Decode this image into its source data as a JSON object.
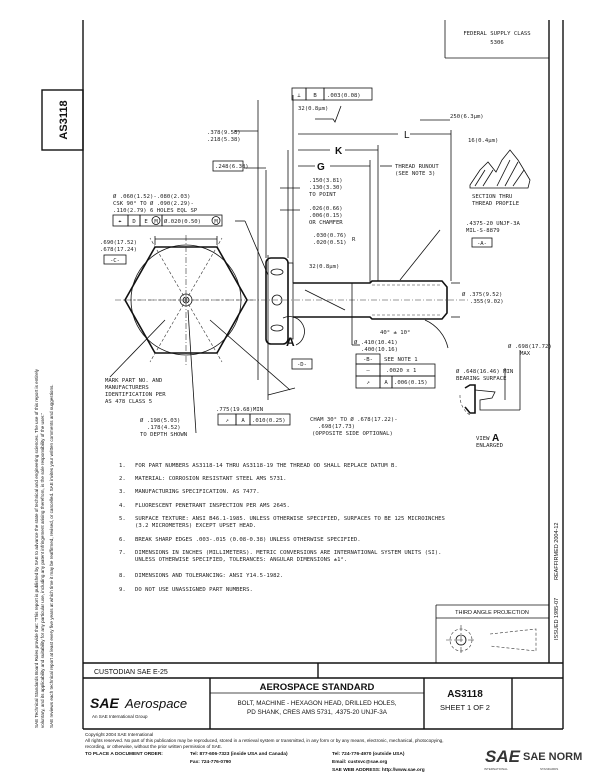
{
  "header": {
    "fsc_label": "FEDERAL SUPPLY CLASS",
    "fsc_value": "5306"
  },
  "side_tab": {
    "doc_number": "AS3118"
  },
  "side_notice": {
    "line1": "SAE Technical Standards Board Rules provide that: \"This report is published by SAE to advance the state of technical and engineering sciences. The use of this report is entirely",
    "line2": "voluntary, and its applicability and suitability for any particular use, including any patent infringement arising therefrom, is the sole responsibility of the user.\"",
    "line3": "SAE reviews each technical report at least every five years at which time it may be reaffirmed, revised, or cancelled. SAE invites your written comments and suggestions."
  },
  "revision": {
    "issued": "ISSUED 1985-07",
    "reaffirmed": "REAFFIRMED 2004-12"
  },
  "drawing": {
    "fcf_top": {
      "symbol": "⊥",
      "datum": "B",
      "tol": ".003(0.08)"
    },
    "finish_top": "32(0.8μm)",
    "dim_378": ".378(9.58)",
    "dim_218": ".218(5.38)",
    "dim_248": ".248(6.30)",
    "L": "L",
    "K": "K",
    "G": "G",
    "runout_1": "THREAD RUNOUT",
    "runout_2": "(SEE NOTE 3)",
    "pt_1": ".150(3.81)",
    "pt_2": ".130(3.30)",
    "pt_3": "TO POINT",
    "ch_1": ".026(0.66)",
    "ch_2": ".006(0.15)",
    "ch_3": "OR CHAMFER",
    "r_1": ".030(0.76)",
    "r_2": ".020(0.51)",
    "r_sym": "R",
    "finish_shank": "32(0.8μm)",
    "finish_right1": "250(6.3μm)",
    "finish_right2": "16(0.4μm)",
    "section_1": "SECTION THRU",
    "section_2": "THREAD PROFILE",
    "thread_1": ".4375-20 UNJF-3A",
    "thread_2": "MIL-S-8879",
    "datum_a": "-A-",
    "dia_375": "Ø .375(9.52)",
    "dia_355": ".355(9.02)",
    "angle": "40° ± 10°",
    "dia_410": "Ø .410(10.41)",
    "dia_400": ".400(10.16)",
    "dt_datum": "-B-",
    "dt_note": "SEE NOTE 1",
    "dt_straight_sym": "—",
    "dt_straight": ".0020 x 1",
    "dt_run_sym": "↗",
    "dt_run_datum": "A",
    "dt_run_tol": ".006(0.15)",
    "dia_698_1": "Ø .698(17.72)",
    "dia_698_2": "MAX",
    "bear_1": "Ø .648(16.46) MIN",
    "bear_2": "BEARING SURFACE",
    "view_1": "VIEW",
    "view_a": "A",
    "view_2": "ENLARGED",
    "cham_1": "CHAM 30° TO Ø .678(17.22)-",
    "cham_2": ".698(17.73)",
    "cham_3": "(OPPOSITE SIDE OPTIONAL)",
    "min_775": ".775(19.68)MIN",
    "fcf2_sym": "↗",
    "fcf2_datum": "A",
    "fcf2_tol": ".010(0.25)",
    "hole_1": "Ø .198(5.03)",
    "hole_2": ".178(4.52)",
    "hole_3": "TO DEPTH SHOWN",
    "mark_1": "MARK PART NO. AND",
    "mark_2": "MANUFACTURERS",
    "mark_3": "IDENTIFICATION PER",
    "mark_4": "AS 478 CLASS 5",
    "hex_1": ".690(17.52)",
    "hex_2": ".678(17.24)",
    "datum_c": "-C-",
    "csk_1": "Ø .060(1.52)-.080(2.03)",
    "csk_2": "CSK 90° TO Ø .090(2.29)-",
    "csk_3": ".110(2.79) 6 HOLES EQL SP",
    "fcf3_sym": "⌖",
    "fcf3_d": "D",
    "fcf3_e": "E",
    "fcf3_m": "M",
    "fcf3_tol": "Ø.020(0.50)",
    "fcf3_m2": "M",
    "datum_d": "-D-",
    "view_ref": "A"
  },
  "notes": [
    {
      "num": "1.",
      "text": [
        "FOR PART NUMBERS AS3118-14 THRU AS3118-19 THE THREAD OD SHALL REPLACE DATUM B."
      ]
    },
    {
      "num": "2.",
      "text": [
        "MATERIAL: CORROSION RESISTANT STEEL AMS 5731."
      ]
    },
    {
      "num": "3.",
      "text": [
        "MANUFACTURING SPECIFICATION. AS 7477."
      ]
    },
    {
      "num": "4.",
      "text": [
        "FLUORESCENT PENETRANT INSPECTION PER AMS 2645."
      ]
    },
    {
      "num": "5.",
      "text": [
        "SURFACE TEXTURE: ANSI B46.1-1985. UNLESS OTHERWISE SPECIFIED, SURFACES TO BE 125 MICROINCHES",
        "(3.2 MICROMETERS) EXCEPT UPSET HEAD."
      ]
    },
    {
      "num": "6.",
      "text": [
        "BREAK SHARP EDGES .003-.015 (0.08-0.38) UNLESS OTHERWISE SPECIFIED."
      ]
    },
    {
      "num": "7.",
      "text": [
        "DIMENSIONS IN INCHES (MILLIMETERS). METRIC CONVERSIONS ARE INTERNATIONAL SYSTEM UNITS (SI).",
        "UNLESS OTHERWISE SPECIFIED, TOLERANCES: ANGULAR DIMENSIONS ±1°."
      ]
    },
    {
      "num": "8.",
      "text": [
        "DIMENSIONS AND TOLERANCING: ANSI Y14.5-1982."
      ]
    },
    {
      "num": "9.",
      "text": [
        "DO NOT USE UNASSIGNED PART NUMBERS."
      ]
    }
  ],
  "projection": {
    "label": "THIRD ANGLE PROJECTION"
  },
  "title_block": {
    "custodian": "CUSTODIAN  SAE E-25",
    "logo_sae": "SAE",
    "logo_aerospace": "Aerospace",
    "logo_sub": "An SAE International Group",
    "standard": "AEROSPACE STANDARD",
    "title_1": "BOLT, MACHINE - HEXAGON HEAD, DRILLED HOLES,",
    "title_2": "PD SHANK, CRES AMS 5731, .4375-20 UNJF-3A",
    "doc_number": "AS3118",
    "sheet": "SHEET 1 OF 2"
  },
  "footer": {
    "copyright": "Copyright 2004 SAE International",
    "rights_1": "All rights reserved. No part of this publication may be reproduced, stored in a retrieval system or transmitted, in any form or by any means, electronic, mechanical, photocopying,",
    "rights_2": "recording, or otherwise, without the prior written permission of SAE.",
    "order_label": "TO PLACE A DOCUMENT ORDER:",
    "tel_us": "Tel: 877-606-7323 (inside USA and Canada)",
    "fax": "Fax: 724-776-0790",
    "tel_intl": "Tel: 724-776-4970 (outside USA)",
    "email": "Email: custsvc@sae.org",
    "web": "SAE WEB ADDRESS: http://www.sae.org"
  },
  "watermark": {
    "text": "SAE NORM",
    "logo": "SAE",
    "sub_left": "INTERNATIONAL",
    "sub_right": "STANDARDS",
    "color": "#4a8fd6"
  }
}
